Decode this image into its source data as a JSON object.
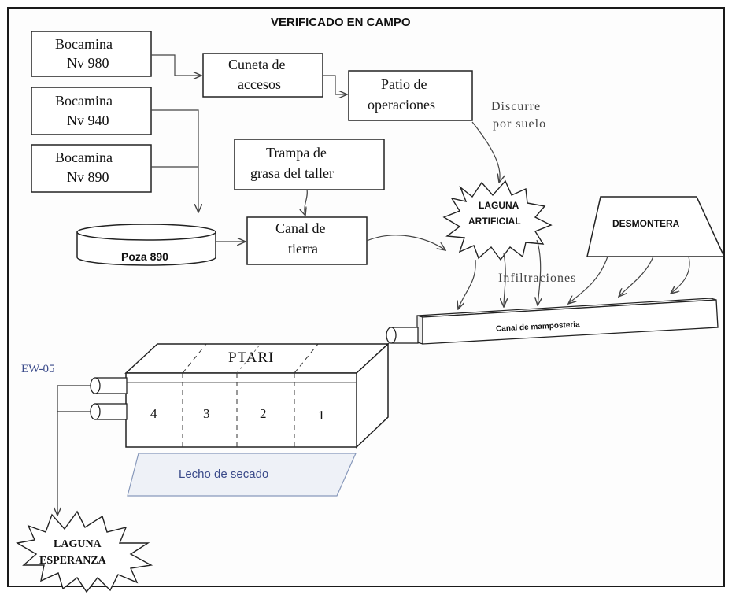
{
  "title": "VERIFICADO EN CAMPO",
  "boxes": {
    "bocamina_980": [
      "Bocamina",
      "Nv 980"
    ],
    "bocamina_940": [
      "Bocamina",
      "Nv 940"
    ],
    "bocamina_890": [
      "Bocamina",
      "Nv 890"
    ],
    "cuneta": [
      "Cuneta de",
      "accesos"
    ],
    "patio": [
      "Patio de",
      "operaciones"
    ],
    "trampa": [
      "Trampa de",
      "grasa del taller"
    ],
    "canal_tierra": [
      "Canal de",
      "tierra"
    ]
  },
  "poza": "Poza 890",
  "laguna_artificial": [
    "LAGUNA",
    "ARTIFICIAL"
  ],
  "desmontera": "DESMONTERA",
  "discurre": [
    "Discurre",
    "por suelo"
  ],
  "infiltraciones": "Infiltraciones",
  "canal_mamposteria": "Canal de mamposteria",
  "ptari": {
    "label": "PTARI",
    "cells": [
      "4",
      "3",
      "2",
      "1"
    ]
  },
  "ew": "EW-05",
  "lecho": "Lecho de secado",
  "laguna_esperanza": [
    "LAGUNA",
    "ESPERANZA"
  ],
  "colors": {
    "line": "#222222",
    "arrow": "#555555",
    "desmontera_fill": "#ffffff",
    "lecho_fill": "#eef1f7",
    "label_blue": "#3a4a8a"
  }
}
